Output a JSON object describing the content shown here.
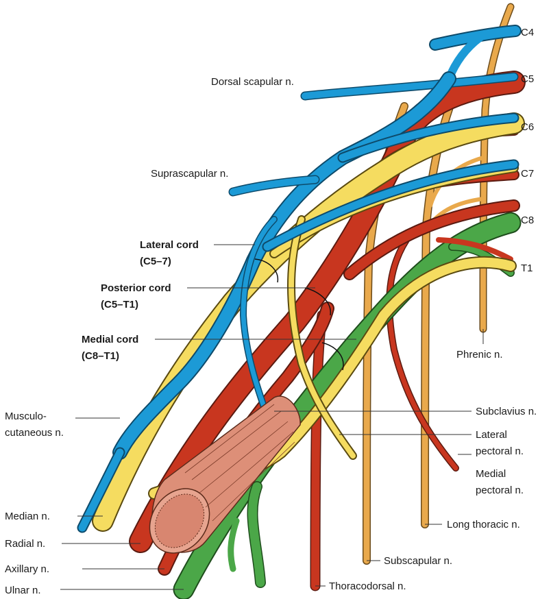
{
  "colors": {
    "blue": "#1c9ad6",
    "red": "#c8361f",
    "yellow": "#f5dc60",
    "green": "#4ba748",
    "orange": "#e9a94c",
    "muscle": "#dd8f78",
    "outline": "#222222"
  },
  "roots": {
    "c4": "C4",
    "c5": "C5",
    "c6": "C6",
    "c7": "C7",
    "c8": "C8",
    "t1": "T1"
  },
  "labels": {
    "dorsal_scapular": "Dorsal scapular n.",
    "suprascapular": "Suprascapular n.",
    "lateral_cord": "Lateral cord",
    "lateral_cord_sub": "(C5–7)",
    "posterior_cord": "Posterior cord",
    "posterior_cord_sub": "(C5–T1)",
    "medial_cord": "Medial cord",
    "medial_cord_sub": "(C8–T1)",
    "musculocutaneous_1": "Musculo-",
    "musculocutaneous_2": "cutaneous n.",
    "median": "Median n.",
    "radial": "Radial n.",
    "axillary": "Axillary n.",
    "ulnar": "Ulnar n.",
    "phrenic": "Phrenic n.",
    "subclavius": "Subclavius n.",
    "lateral_pectoral_1": "Lateral",
    "lateral_pectoral_2": "pectoral n.",
    "medial_pectoral_1": "Medial",
    "medial_pectoral_2": "pectoral n.",
    "long_thoracic": "Long thoracic n.",
    "subscapular": "Subscapular n.",
    "thoracodorsal": "Thoracodorsal n."
  }
}
